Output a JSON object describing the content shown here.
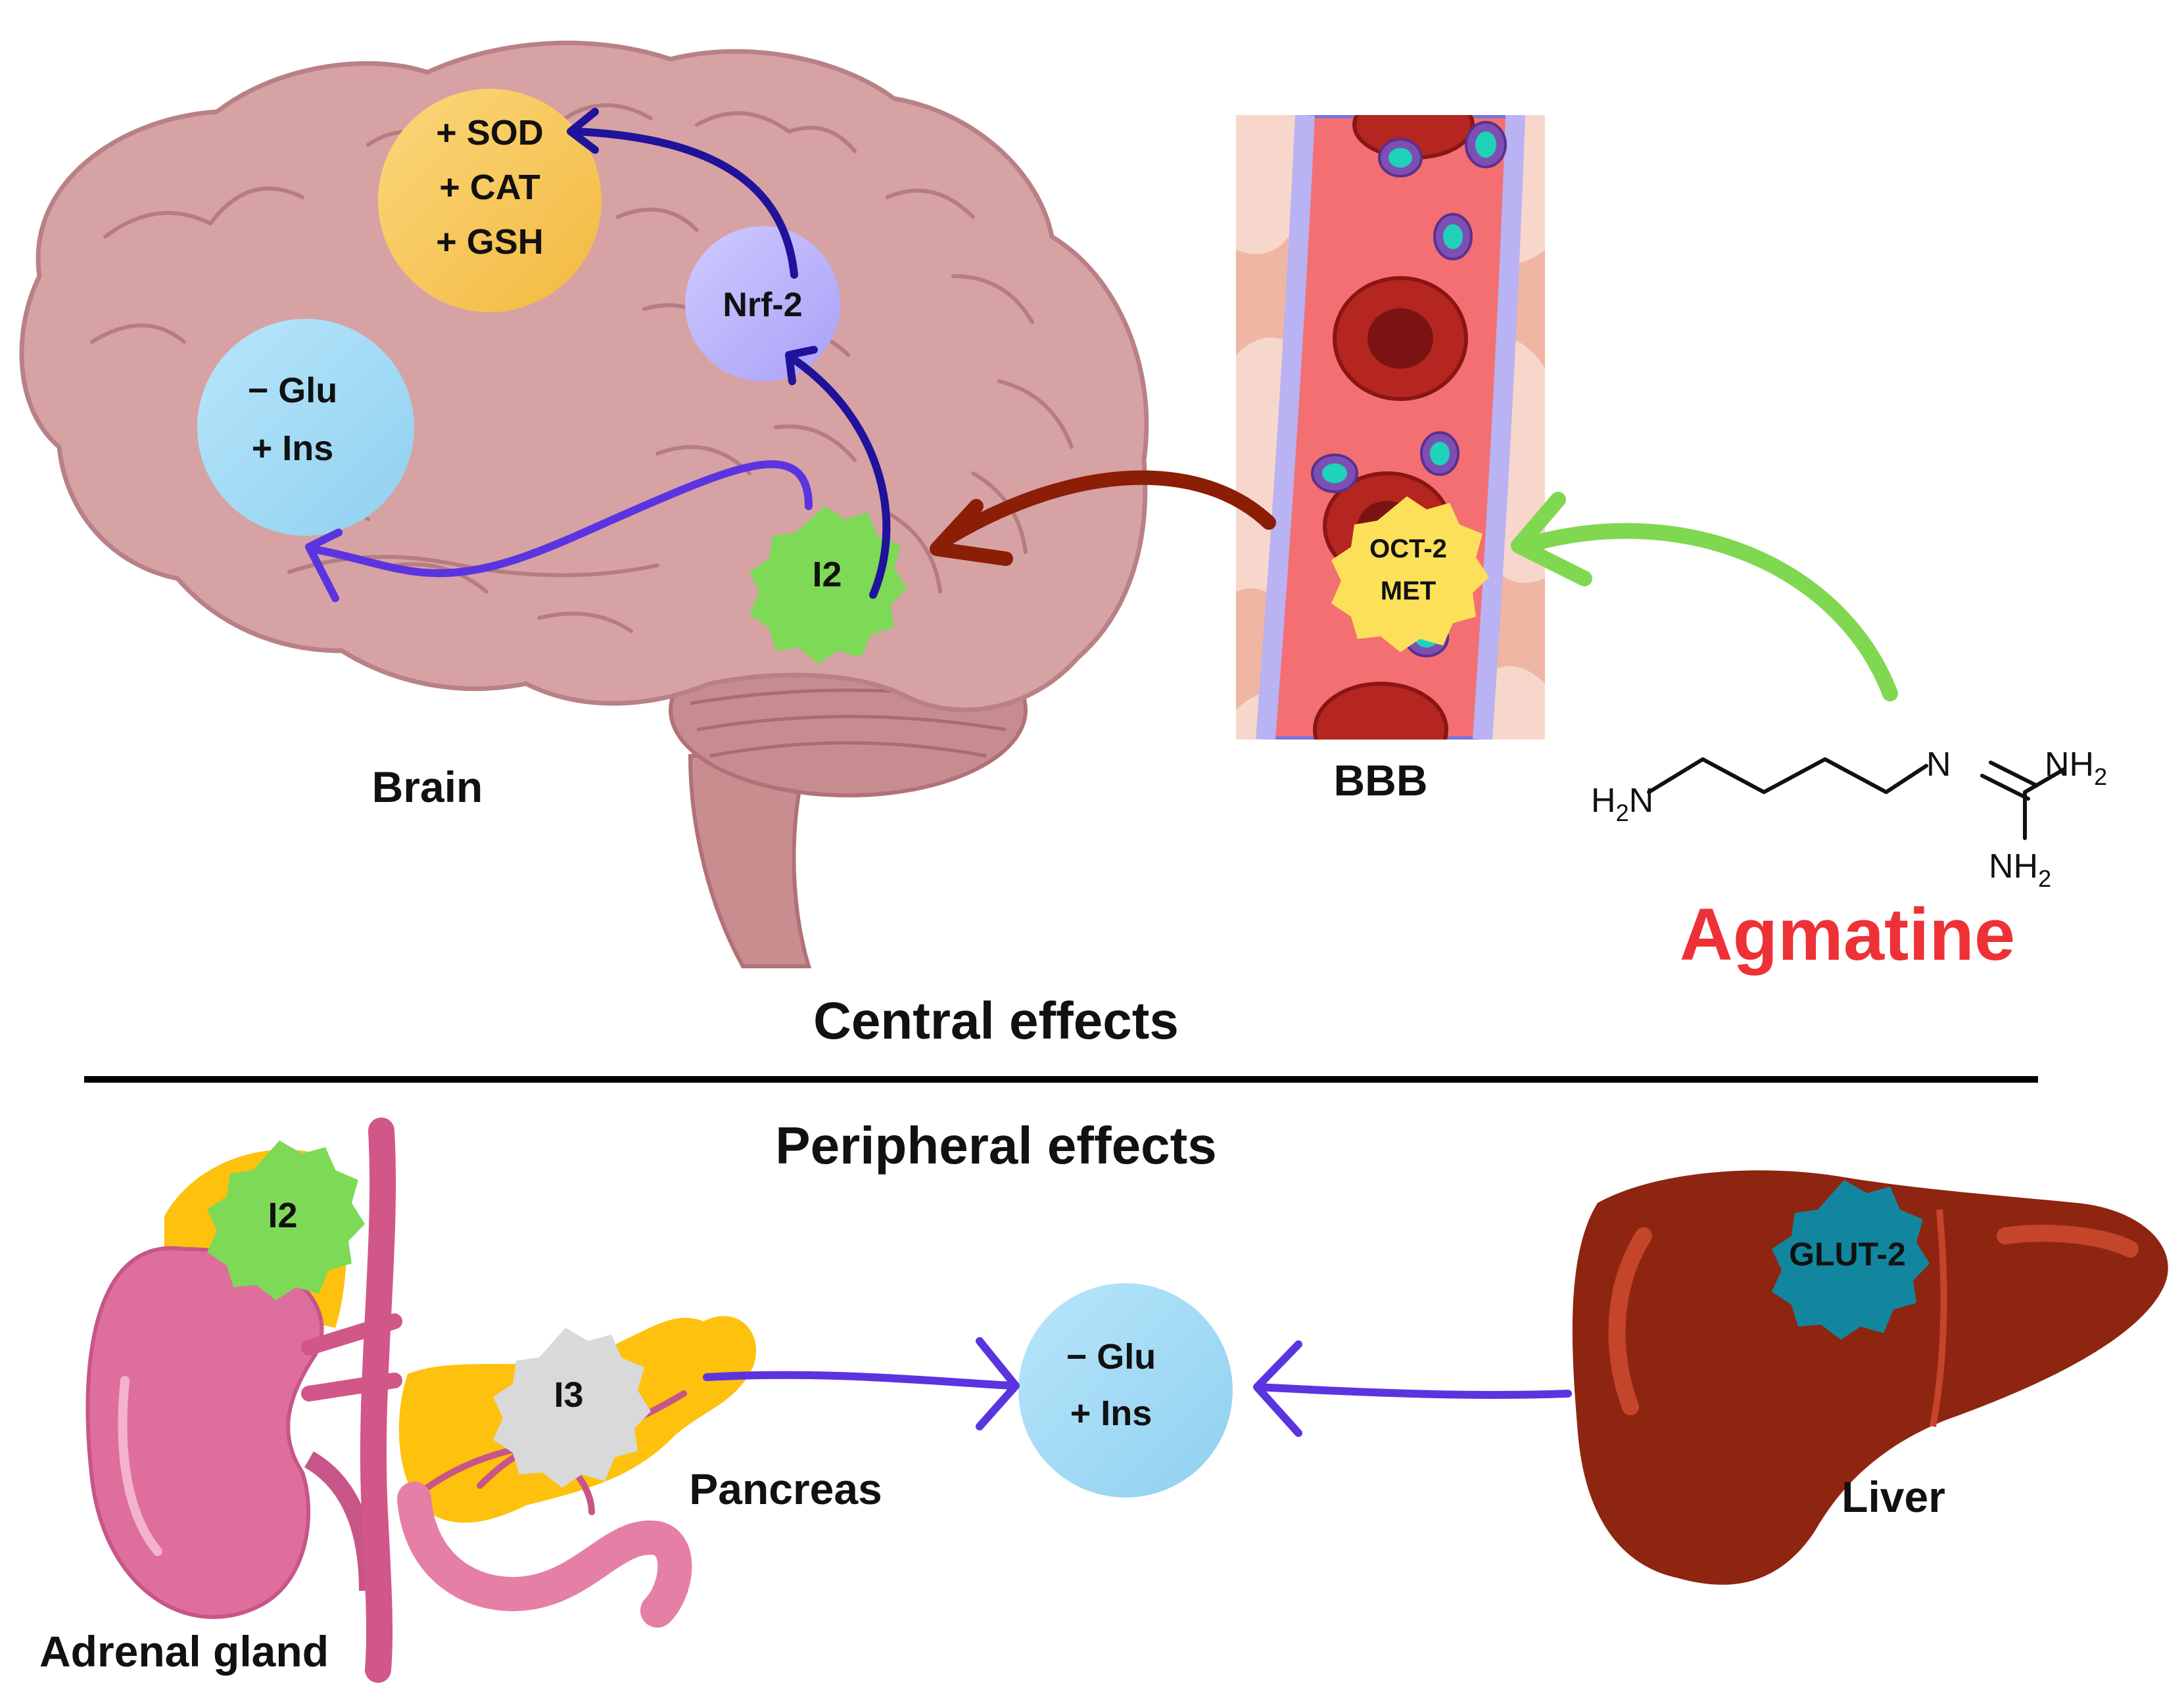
{
  "sections": {
    "central_title": "Central effects",
    "peripheral_title": "Peripheral effects"
  },
  "organs": {
    "brain": "Brain",
    "bbb": "BBB",
    "adrenal": "Adrenal gland",
    "pancreas": "Pancreas",
    "liver": "Liver"
  },
  "brain_nodes": {
    "antioxidant": [
      "+ SOD",
      "+ CAT",
      "+ GSH"
    ],
    "nrf2": "Nrf-2",
    "glu_ins": [
      "− Glu",
      "+ Ins"
    ],
    "i2": "I2"
  },
  "bbb_node": [
    "OCT-2",
    "MET"
  ],
  "peripheral_nodes": {
    "adrenal_i2": "I2",
    "pancreas_i3": "I3",
    "glu_ins": [
      "− Glu",
      "+ Ins"
    ],
    "glut2": "GLUT-2"
  },
  "molecule": {
    "name": "Agmatine",
    "h2n": "H",
    "h2n_sub": "2",
    "h2n_n": "N",
    "imine_n": "N",
    "nh2_top": "NH",
    "nh2_top_sub": "2",
    "nh2_bottom": "NH",
    "nh2_bottom_sub": "2"
  },
  "colors": {
    "antioxidant": "#f8c557",
    "nrf2": "#b9b2fb",
    "glu_ins": "#9fd8f4",
    "i2": "#7ed957",
    "oct2": "#fde05a",
    "i3": "#d9d9d9",
    "glut2": "#12869e",
    "agmatine": "#ee3136",
    "arrow_dark_blue": "#20129a",
    "arrow_purple": "#5b34e0",
    "arrow_brown": "#8b1e05",
    "arrow_green": "#7fd84f",
    "brain": "#d39b9e",
    "liver": "#8e2510",
    "kidney": "#de6f9c",
    "pancreas": "#fec10d"
  }
}
